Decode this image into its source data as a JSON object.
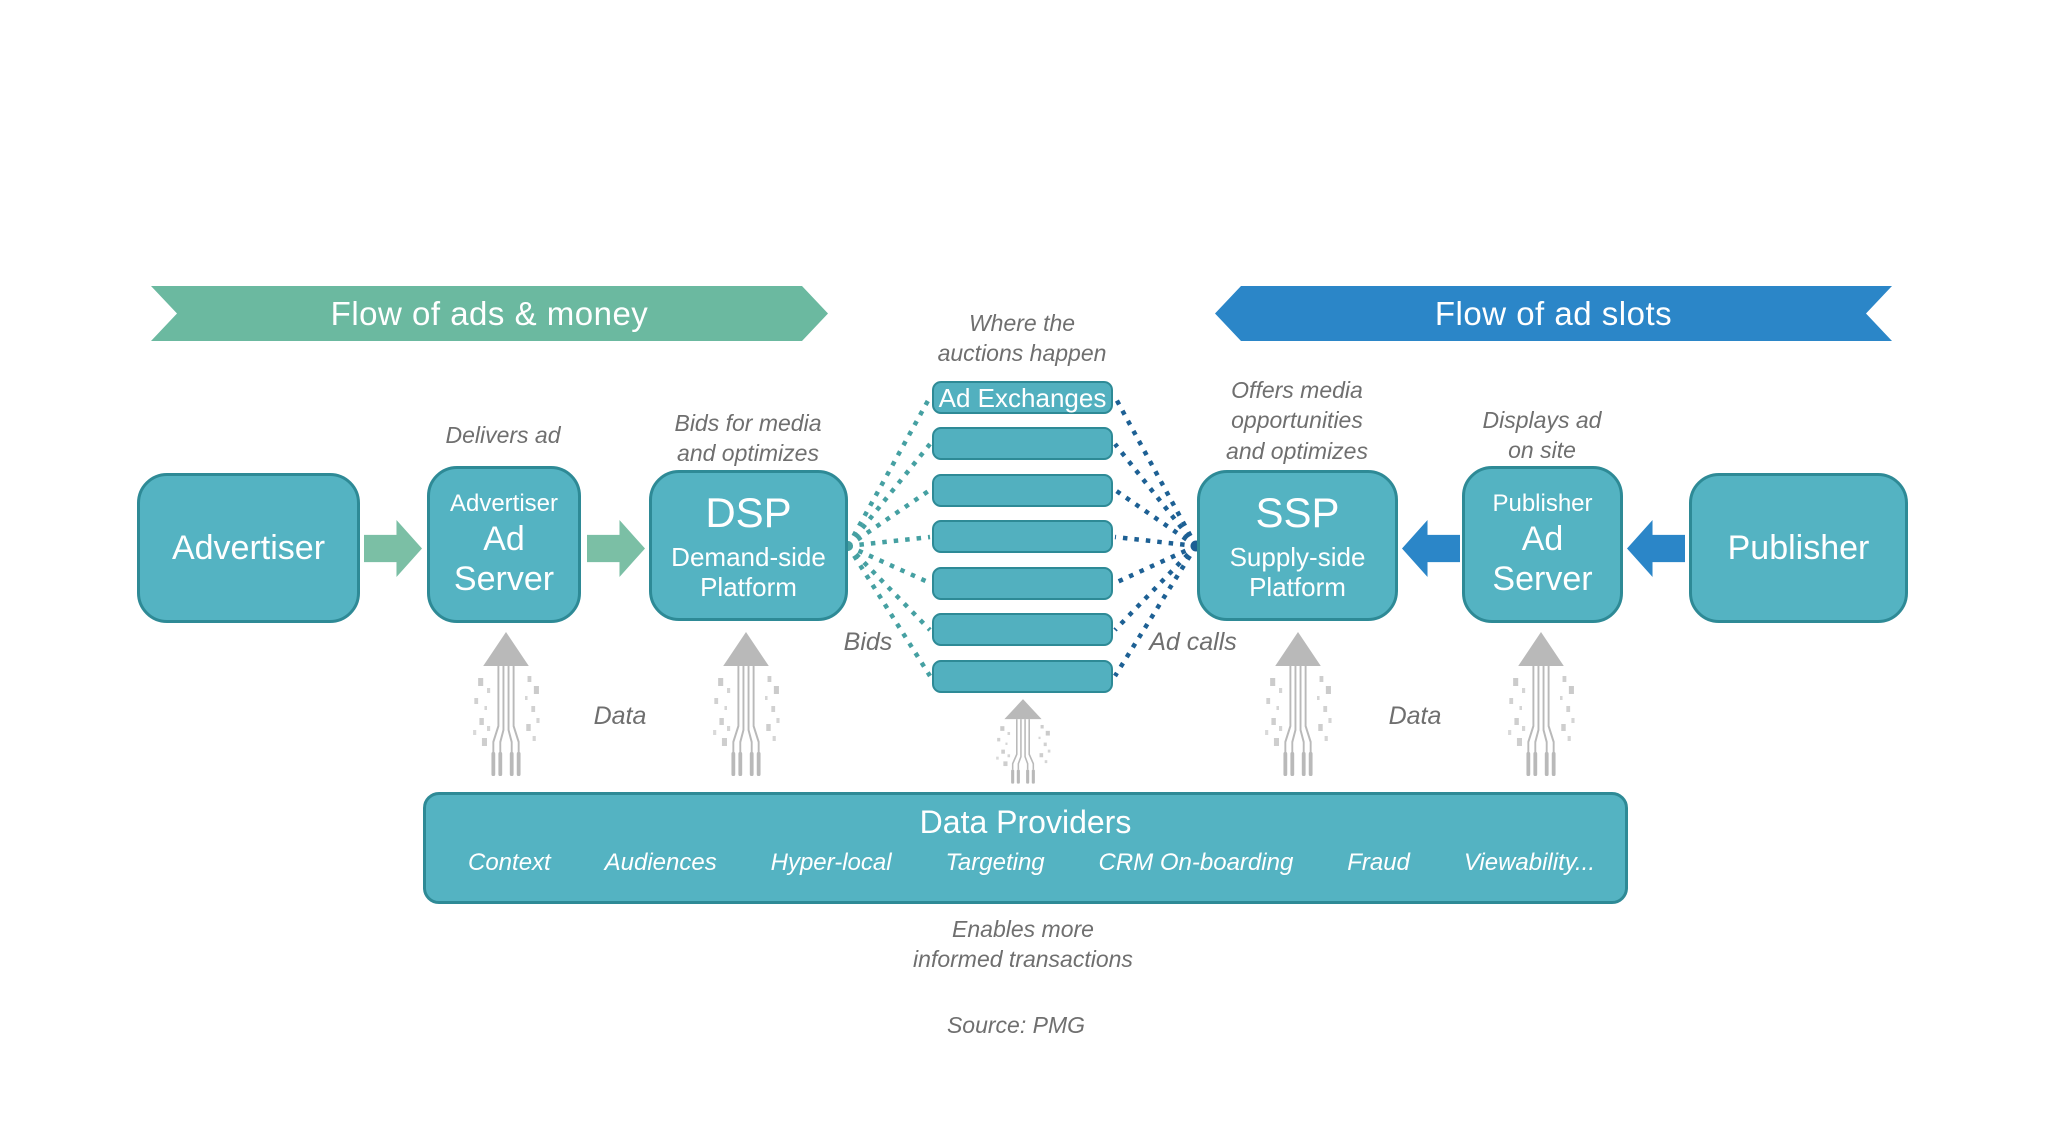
{
  "colors": {
    "teal_fill": "#54B3C2",
    "teal_border": "#2E8A96",
    "exchange_fill": "#52B0BF",
    "green_banner": "#6BB9A0",
    "green_arrow": "#7BBFA5",
    "blue": "#2B86C8",
    "teal_dots": "#45A0A2",
    "blue_dots": "#1D6094",
    "gray_arrow": "#B9B9B9",
    "caption_gray": "#6F6F6F"
  },
  "banners": {
    "flow_ads_money": "Flow of ads & money",
    "flow_ad_slots": "Flow of ad slots"
  },
  "nodes": {
    "advertiser": {
      "label": "Advertiser"
    },
    "advertiser_ad_server": {
      "line1": "Advertiser",
      "line2": "Ad",
      "line3": "Server"
    },
    "dsp": {
      "acronym": "DSP",
      "sub1": "Demand-side",
      "sub2": "Platform"
    },
    "ad_exchanges": {
      "label": "Ad Exchanges"
    },
    "ssp": {
      "acronym": "SSP",
      "sub1": "Supply-side",
      "sub2": "Platform"
    },
    "publisher_ad_server": {
      "line1": "Publisher",
      "line2": "Ad",
      "line3": "Server"
    },
    "publisher": {
      "label": "Publisher"
    },
    "data_providers": {
      "title": "Data Providers",
      "items": [
        "Context",
        "Audiences",
        "Hyper-local",
        "Targeting",
        "CRM On-boarding",
        "Fraud",
        "Viewability..."
      ]
    }
  },
  "captions": {
    "delivers_ad": "Delivers ad",
    "bids_for_media_1": "Bids for media",
    "bids_for_media_2": "and optimizes",
    "where_auctions_1": "Where the",
    "where_auctions_2": "auctions happen",
    "offers_media_1": "Offers media",
    "offers_media_2": "opportunities",
    "offers_media_3": "and optimizes",
    "displays_ad_1": "Displays ad",
    "displays_ad_2": "on site",
    "bids": "Bids",
    "ad_calls": "Ad calls",
    "data_left": "Data",
    "data_right": "Data",
    "enables_1": "Enables more",
    "enables_2": "informed transactions",
    "source": "Source: PMG"
  }
}
